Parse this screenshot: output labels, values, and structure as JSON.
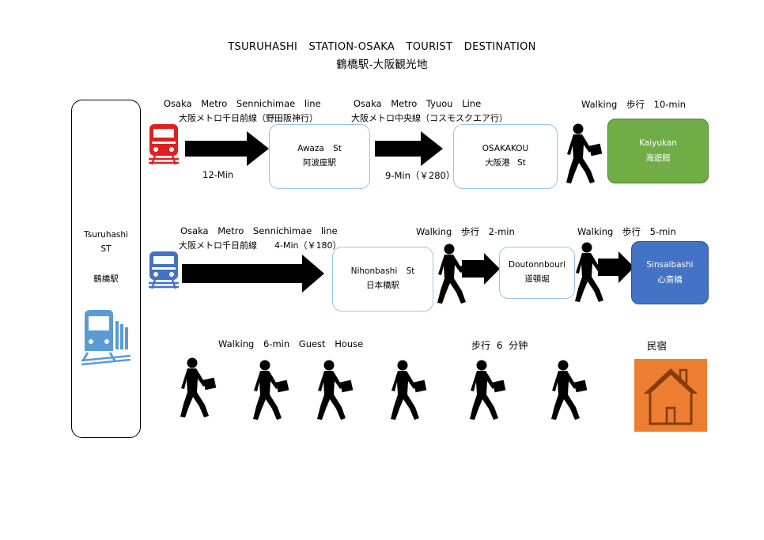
{
  "title": {
    "en": "TSURUHASHI STATION-OSAKA TOURIST DESTINATION",
    "jp": "鶴橋駅-大阪観光地"
  },
  "origin": {
    "name": "Tsuruhashi",
    "code": "ST",
    "jp": "鶴橋駅",
    "icon": "train-front-icon",
    "icon_color": "#5b9bd5"
  },
  "route1": {
    "line1_label": "Osaka Metro Sennichimae line",
    "line1_jp": "大阪メトロ千日前線（野田阪神行）",
    "leg1_time": "12-Min",
    "stop1_name": "Awaza St",
    "stop1_jp": "阿波座駅",
    "line2_label": "Osaka Metro Tyuou Line",
    "line2_jp": "大阪メトロ中央線（コスモスクエア行）",
    "leg2_time": "9-Min（￥280）",
    "stop2_name": "OSAKAKOU",
    "stop2_jp": "大阪港 St",
    "walk_label": "Walking 歩行 10-min",
    "dest_name": "Kaiyukan",
    "dest_jp": "海遊館",
    "dest_color": "#70ad47",
    "train_color": "#e02020"
  },
  "route2": {
    "line_label": "Osaka Metro Sennichimae line",
    "line_jp": "大阪メトロ千日前線",
    "leg_time": "4-Min（￥180）",
    "stop1_name": "Nihonbashi St",
    "stop1_jp": "日本橋駅",
    "walk1_label": "Walking 歩行 2-min",
    "stop2_name": "Doutonnbouri",
    "stop2_jp": "道頓堀",
    "walk2_label": "Walking 歩行 5-min",
    "dest_name": "Sinsaibashi",
    "dest_jp": "心斎橋",
    "dest_color": "#4472c4",
    "train_color": "#4472c4"
  },
  "route3": {
    "walk_label": "Walking 6-min Guest House",
    "walk_jp": "步行 6 分钟",
    "dest_jp": "民宿",
    "dest_color": "#ed7d31",
    "house_color": "#843c0c"
  }
}
